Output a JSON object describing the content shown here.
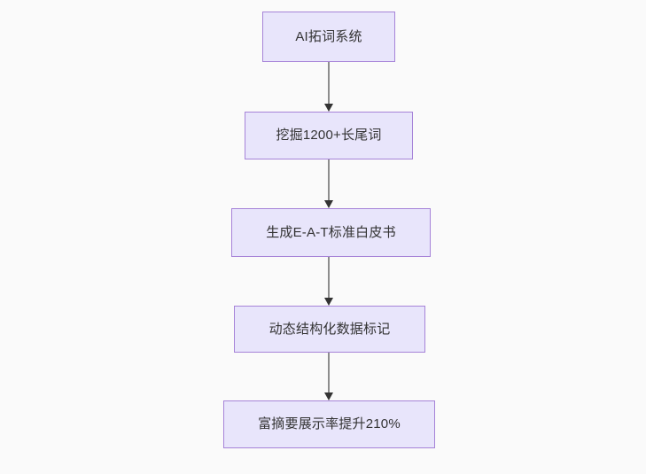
{
  "diagram": {
    "type": "flowchart",
    "direction": "top-to-bottom",
    "background_color": "#fafafa",
    "node_fill_color": "#e8e5fb",
    "node_border_color": "#a683d8",
    "node_text_color": "#333333",
    "connector_color": "#8d8d8d",
    "arrowhead_color": "#333333",
    "nodes": [
      {
        "id": "n1",
        "label": "AI拓词系统"
      },
      {
        "id": "n2",
        "label": "挖掘1200+长尾词"
      },
      {
        "id": "n3",
        "label": "生成E-A-T标准白皮书"
      },
      {
        "id": "n4",
        "label": "动态结构化数据标记"
      },
      {
        "id": "n5",
        "label": "富摘要展示率提升210%"
      }
    ],
    "edges": [
      {
        "id": "e1",
        "from": "n1",
        "to": "n2",
        "label": ""
      },
      {
        "id": "e2",
        "from": "n2",
        "to": "n3",
        "label": ""
      },
      {
        "id": "e3",
        "from": "n3",
        "to": "n4",
        "label": ""
      },
      {
        "id": "e4",
        "from": "n4",
        "to": "n5",
        "label": ""
      }
    ]
  }
}
